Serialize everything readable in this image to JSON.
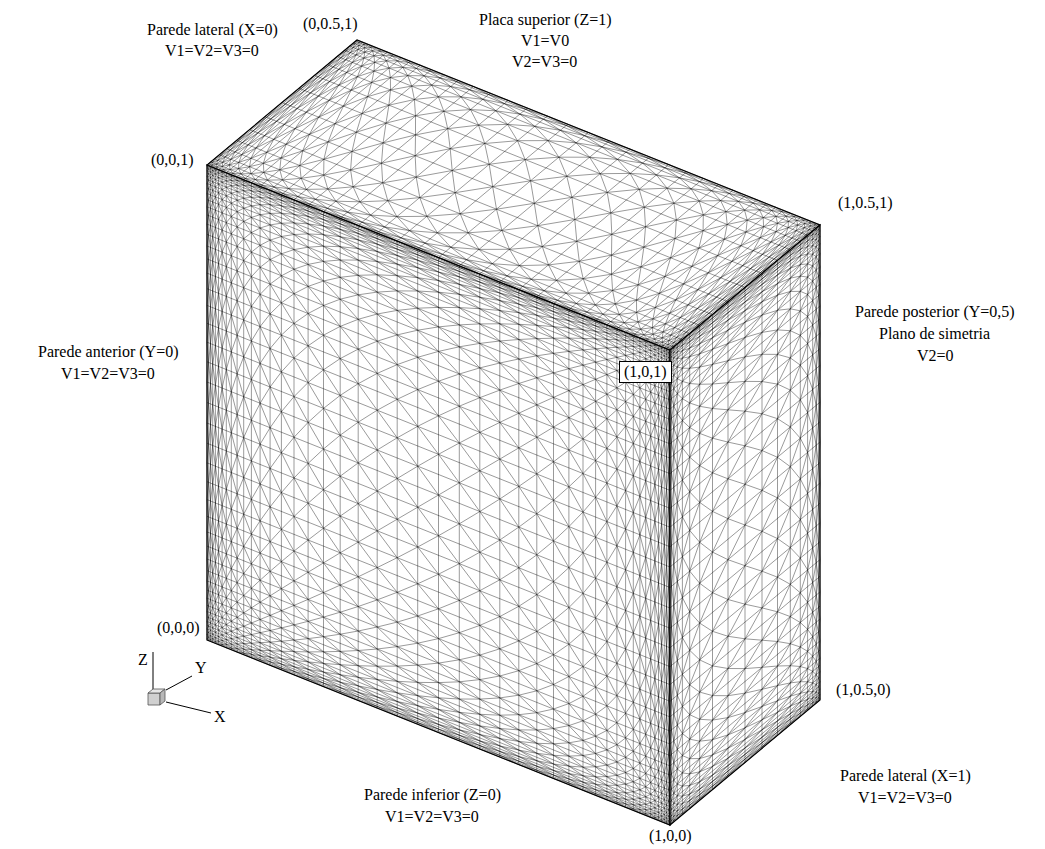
{
  "diagram": {
    "nodes": [
      {
        "text": [
          "(1,0,1)"
        ]
      }
    ],
    "labels": [
      "(0,0.5,1)",
      "Parede lateral (X=0)",
      "V1=V2=V3=0",
      "Placa superior (Z=1)",
      "V1=V0",
      "V2=V3=0",
      "(0,0,1)",
      "(1,0.5,1)",
      "Parede posterior (Y=0,5)",
      "Plano de simetria",
      "V2=0",
      "Parede anterior (Y=0)",
      "V1=V2=V3=0",
      "(0,0,0)",
      "(1,0.5,0)",
      "Parede lateral (X=1)",
      "V1=V2=V3=0",
      "Parede inferior (Z=0)",
      "V1=V2=V3=0",
      "(1,0,0)",
      "Z",
      "Y",
      "X"
    ]
  }
}
